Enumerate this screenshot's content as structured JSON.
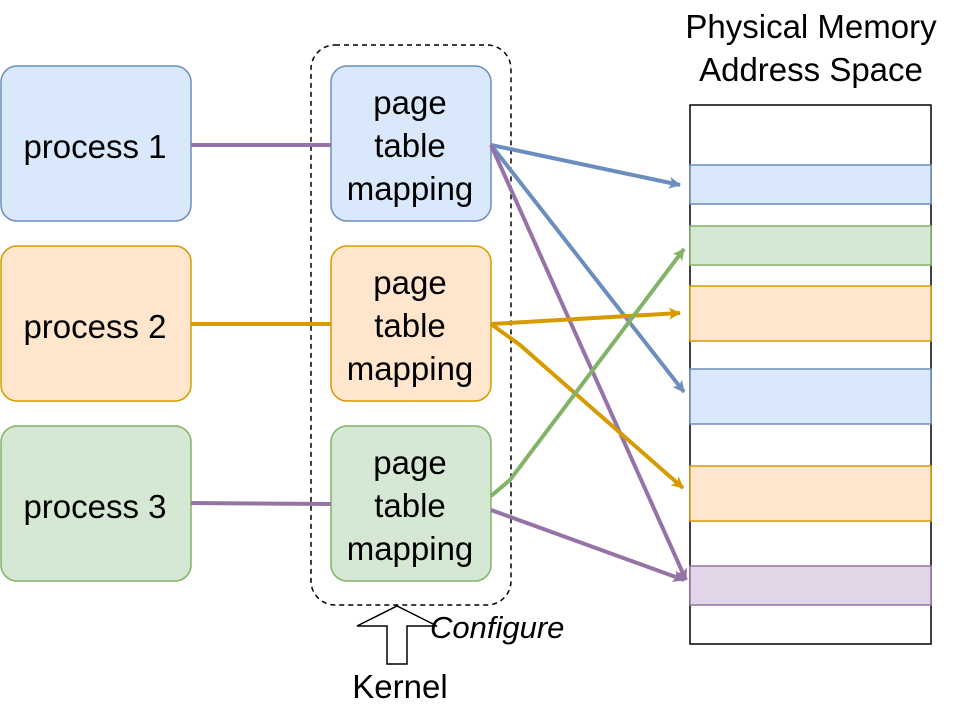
{
  "colors": {
    "blue_fill": "#dae8fc",
    "blue_stroke": "#6c8ebf",
    "orange_fill": "#ffe6cc",
    "orange_stroke": "#d79b00",
    "green_fill": "#d5e8d4",
    "green_stroke": "#82b366",
    "purple_fill": "#e1d5e7",
    "purple_stroke": "#9673a6"
  },
  "processes": [
    {
      "label": "process 1",
      "color": "blue"
    },
    {
      "label": "process 2",
      "color": "orange"
    },
    {
      "label": "process 3",
      "color": "green"
    }
  ],
  "page_tables": [
    {
      "line1": "page",
      "line2": "table",
      "line3": "mapping",
      "color": "blue"
    },
    {
      "line1": "page",
      "line2": "table",
      "line3": "mapping",
      "color": "orange"
    },
    {
      "line1": "page",
      "line2": "table",
      "line3": "mapping",
      "color": "green"
    }
  ],
  "memory": {
    "title_line1": "Physical Memory",
    "title_line2": "Address Space",
    "regions": [
      {
        "color": "blue"
      },
      {
        "color": "green"
      },
      {
        "color": "orange"
      },
      {
        "color": "blue"
      },
      {
        "color": "orange"
      },
      {
        "color": "purple"
      }
    ]
  },
  "kernel": {
    "label": "Kernel",
    "action": "Configure"
  }
}
